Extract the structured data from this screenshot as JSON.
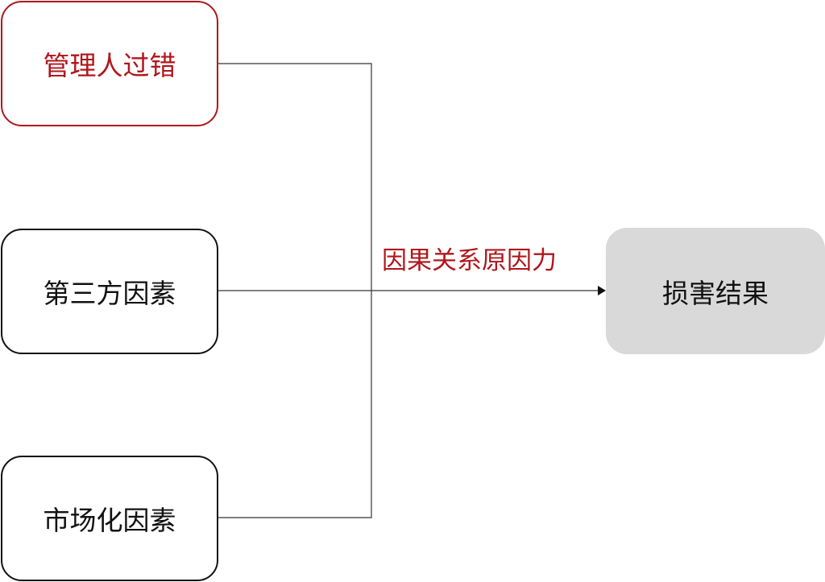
{
  "causes": [
    {
      "label": "管理人过错",
      "color": "#b0161c"
    },
    {
      "label": "第三方因素"
    },
    {
      "label": "市场化因素"
    }
  ],
  "edge_label": "因果关系原因力",
  "result": {
    "label": "损害结果"
  },
  "colors": {
    "accent": "#b0161c",
    "result_fill": "#d9d9d9"
  }
}
